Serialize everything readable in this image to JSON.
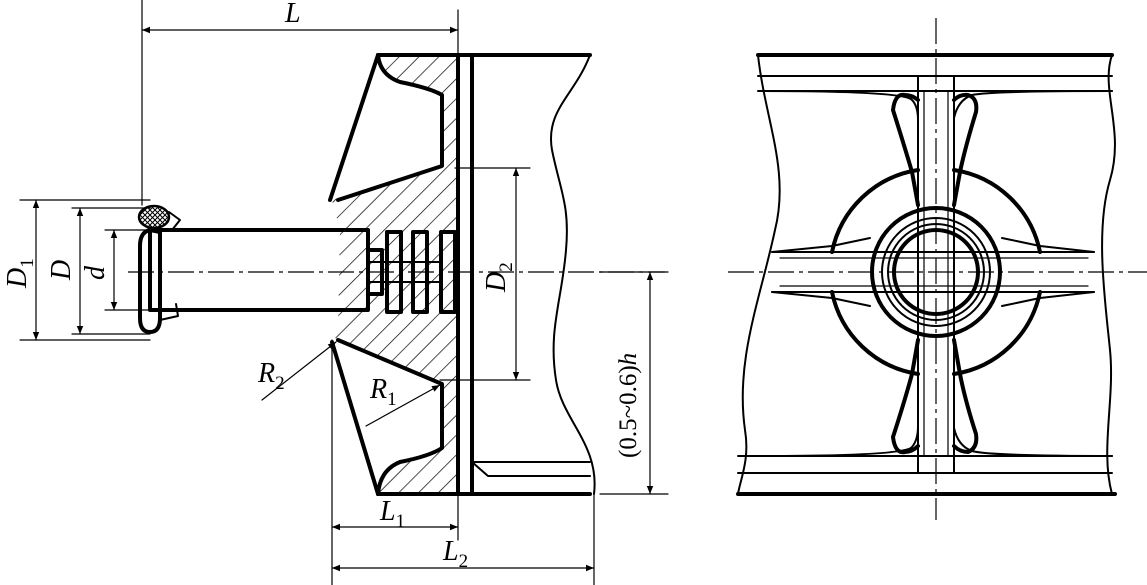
{
  "labels": {
    "L": "L",
    "L1_main": "L",
    "L1_sub": "1",
    "L2_main": "L",
    "L2_sub": "2",
    "D1_main": "D",
    "D1_sub": "1",
    "D": "D",
    "d": "d",
    "D2_main": "D",
    "D2_sub": "2",
    "R1_main": "R",
    "R1_sub": "1",
    "R2_main": "R",
    "R2_sub": "2",
    "h_expr_open": "(0.5~0.6)",
    "h_expr_var": "h"
  },
  "colors": {
    "line": "#000000",
    "background": "#ffffff"
  }
}
